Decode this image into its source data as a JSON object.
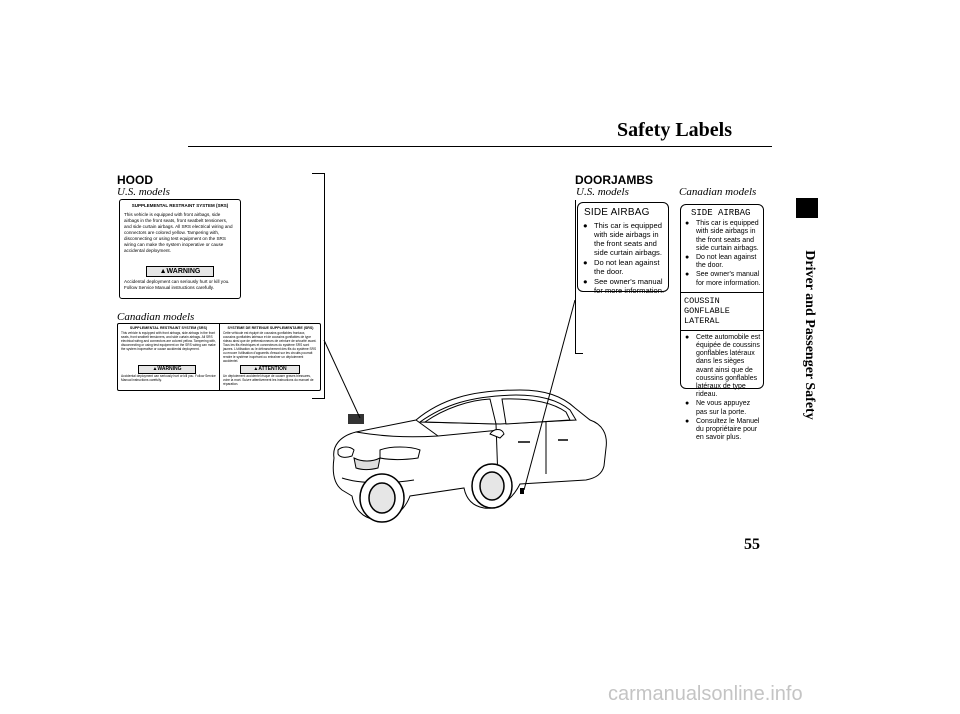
{
  "page": {
    "title": "Safety Labels",
    "section": "Driver and Passenger Safety",
    "page_number": "55",
    "watermark": "carmanualsonline.info"
  },
  "hood": {
    "heading": "HOOD",
    "us_heading": "U.S. models",
    "us_label": {
      "title": "SUPPLEMENTAL RESTRAINT SYSTEM (SRS)",
      "body": "This vehicle is equipped with front airbags, side airbags in the front seats, front seatbelt tensioners, and side curtain airbags. All SRS electrical wiring and connectors are colored yellow. Tampering with, disconnecting or using test equipment on the SRS wiring can make the system inoperative or cause accidental deployment.",
      "warning": "WARNING",
      "warning_body": "Accidental deployment can seriously hurt or kill you. Follow Service Manual instructions carefully."
    },
    "canadian_heading": "Canadian models",
    "canadian_label": {
      "en_title": "SUPPLEMENTAL RESTRAINT SYSTEM (SRS)",
      "en_body": "This vehicle is equipped with front airbags, side airbags in the front seats, front seatbelt tensioners, and side curtain airbags. All SRS electrical wiring and connectors are colored yellow. Tampering with, disconnecting or using test equipment on the SRS wiring can make the system inoperative or cause accidental deployment.",
      "en_warning": "WARNING",
      "en_warning_body": "Accidental deployment can seriously hurt or kill you. Follow Service Manual instructions carefully.",
      "fr_title": "SYSTEME DE RETENUE SUPPLEMENTAIRE (SRS)",
      "fr_body": "Cette véhicule est équipé de coussins gonflables frontaux, coussins gonflables latéraux et de coussins gonflables de type rideau ainsi que de prétensionneurs de ceinture de sécurité avant. Tous les fils électriques et connecteurs du système SRS sont jaunes. L'utilisation ou le débranchement des fils du système SRS ou encore l'utilisation d'appareils d'essai sur les circuits pourrait rendre le système inopérant ou entraîner un déploiement accidentel.",
      "fr_warning": "ATTENTION",
      "fr_warning_body": "Un déploiement accidentel risque de causer graves blessures, voire la mort. Suivre attentivement les instructions du manuel de réparation."
    }
  },
  "doorjambs": {
    "heading": "DOORJAMBS",
    "us_heading": "U.S. models",
    "canadian_heading": "Canadian models",
    "us_label": {
      "title": "SIDE AIRBAG",
      "items": [
        "This car is equipped with side airbags in the front seats and side curtain airbags.",
        "Do not lean against the door.",
        "See owner's manual for more information."
      ]
    },
    "canadian_label": {
      "en_title": "SIDE AIRBAG",
      "en_items": [
        "This car is equipped with side airbags in the front seats and side curtain airbags.",
        "Do not lean against the door.",
        "See owner's manual for more information."
      ],
      "fr_title": "COUSSIN GONFLABLE LATERAL",
      "fr_items": [
        "Cette automobile est équipée de coussins gonflables latéraux dans les sièges avant ainsi que de coussins gonflables latéraux de type rideau.",
        "Ne vous appuyez pas sur la porte.",
        "Consultez le Manuel du propriétaire pour en savoir plus."
      ]
    }
  }
}
